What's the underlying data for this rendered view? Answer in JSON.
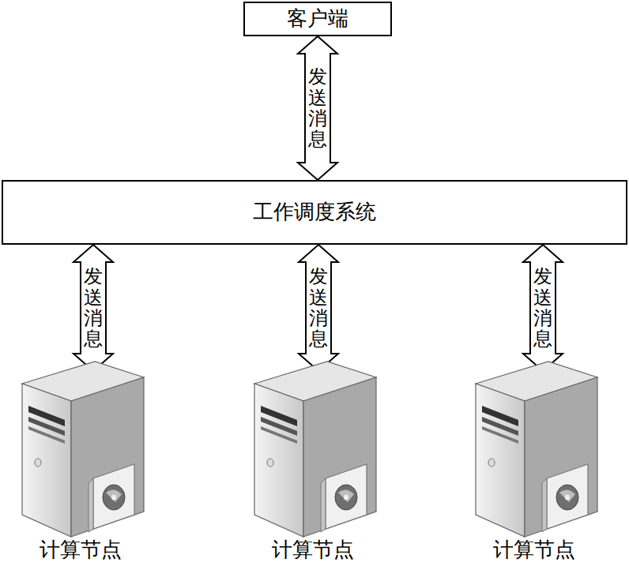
{
  "diagram": {
    "nodes": [
      {
        "text": [
          "客户端"
        ]
      },
      {
        "text": [
          "工作调度系统"
        ]
      },
      {
        "text": [
          "计算节点"
        ]
      },
      {
        "text": [
          "计算节点"
        ]
      },
      {
        "text": [
          "计算节点"
        ]
      }
    ],
    "edges": [
      {
        "from": 0,
        "to": 1,
        "label": "发送消息",
        "arrow": "both"
      },
      {
        "from": 1,
        "to": 2,
        "label": "发送消息",
        "arrow": "both"
      },
      {
        "from": 1,
        "to": 3,
        "label": "发送消息",
        "arrow": "both"
      },
      {
        "from": 1,
        "to": 4,
        "label": "发送消息",
        "arrow": "both"
      }
    ]
  }
}
